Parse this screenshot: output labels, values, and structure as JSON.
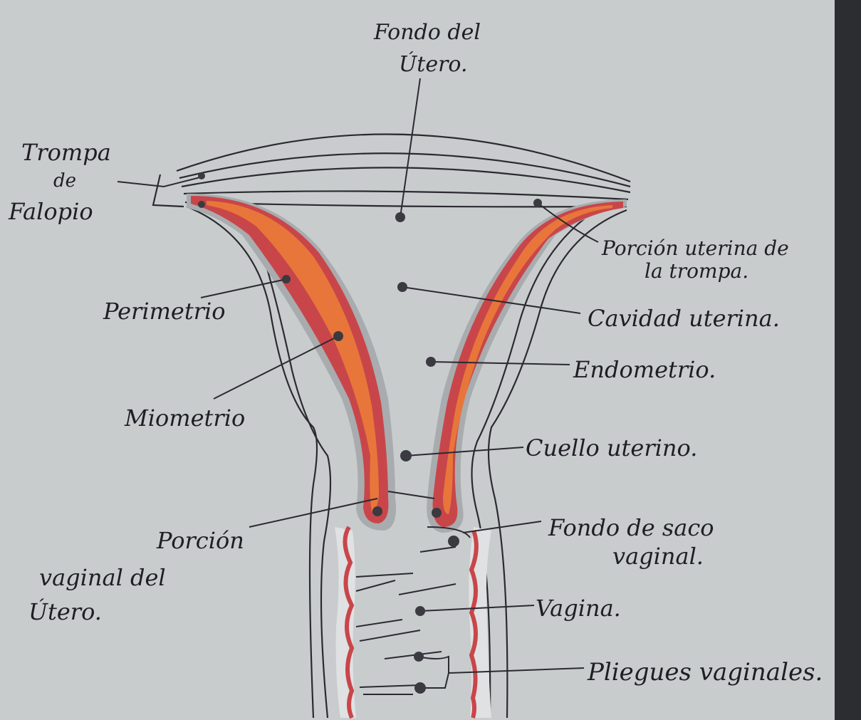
{
  "labels": {
    "fondo_utero": [
      "Fondo del",
      "Útero."
    ],
    "trompa_falopio": [
      "Trompa",
      "de",
      "Falopio"
    ],
    "porcion_uterina_trompa": [
      "Porción uterina de",
      "la trompa."
    ],
    "perimetrio": "Perimetrio",
    "cavidad_uterina": "Cavidad uterina.",
    "endometrio": "Endometrio.",
    "miometrio": "Miometrio",
    "cuello_uterino": "Cuello uterino.",
    "fondo_saco_vaginal": [
      "Fondo de saco",
      "vaginal."
    ],
    "porcion_vaginal_utero": [
      "Porción",
      "vaginal del",
      "Útero."
    ],
    "vagina": "Vagina.",
    "pliegues_vaginales": "Pliegues vaginales."
  },
  "colors": {
    "paper": "#c9cccd",
    "ink": "#1e1e24",
    "myometrium": "#e8763a",
    "endometrium": "#c8464a",
    "perimetrium": "#a0a4a6",
    "vaginal_wall": "#e0e2e3"
  }
}
